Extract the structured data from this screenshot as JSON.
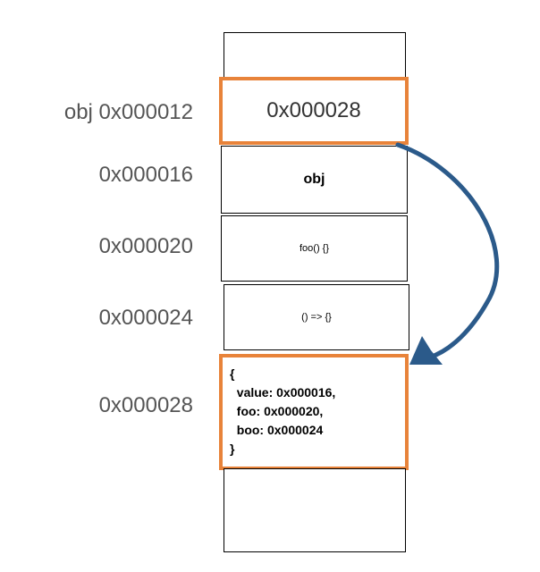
{
  "memory": {
    "addresses": {
      "a12": "obj 0x000012",
      "a16": "0x000016",
      "a20": "0x000020",
      "a24": "0x000024",
      "a28": "0x000028"
    },
    "cells": {
      "c12": "0x000028",
      "c16": "obj",
      "c20": "foo() {}",
      "c24": "() => {}",
      "c28": "{\n  value: 0x000016,\n  foo: 0x000020,\n  boo: 0x000024\n}"
    }
  },
  "colors": {
    "highlight": "#E8833A",
    "arrow": "#2B5A8A"
  }
}
